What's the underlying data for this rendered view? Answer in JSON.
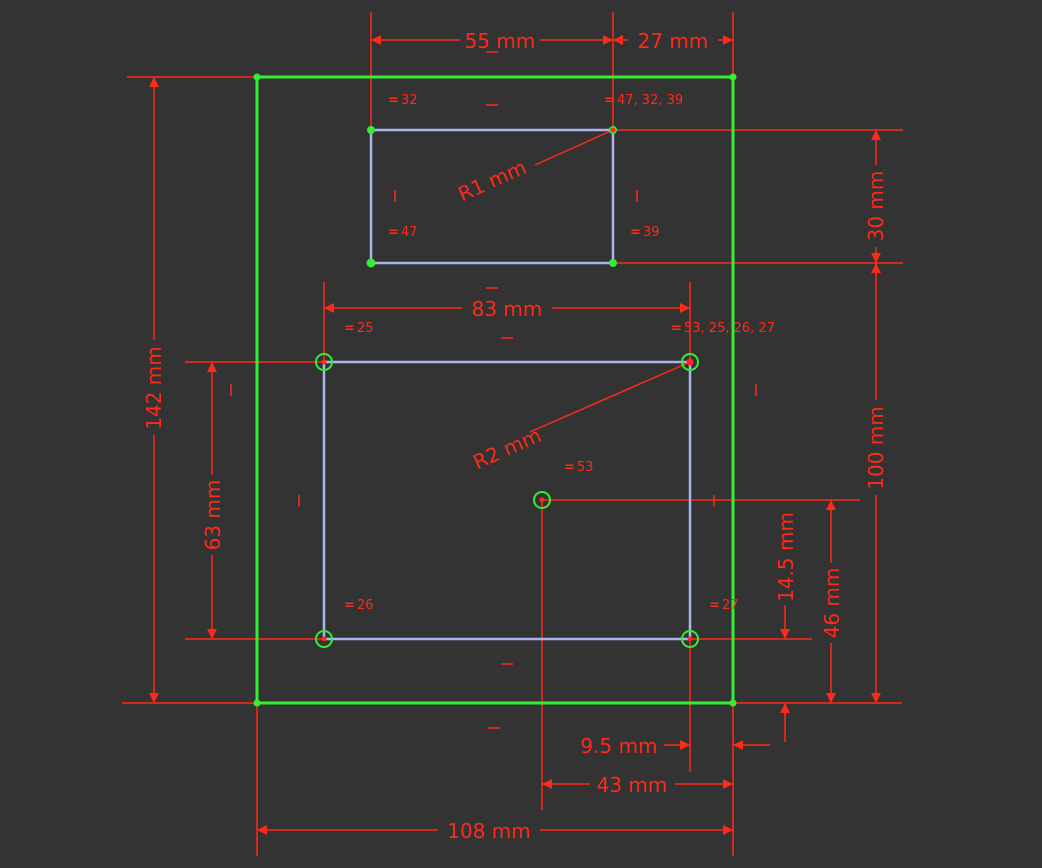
{
  "colors": {
    "background": "#333333",
    "outline": "#33ee33",
    "pocket": "#aab4ee",
    "dimension": "#ff2a1a",
    "vertex": "#33ee33"
  },
  "dimensions": {
    "top_width": "55 mm",
    "top_offset": "27 mm",
    "outer_height": "142 mm",
    "top_pocket_height": "30 mm",
    "top_radius": "R1 mm",
    "pocket_width": "83 mm",
    "pocket_height": "63 mm",
    "pocket_radius": "R2 mm",
    "right_height": "100 mm",
    "hole_y": "14.5 mm",
    "hole_y2": "46 mm",
    "small_offset": "9.5 mm",
    "hole_x": "43 mm",
    "outer_width": "108 mm"
  },
  "constraints": {
    "c32": "32",
    "c47_32_39": "47, 32, 39",
    "c47": "47",
    "c39": "39",
    "c25": "25",
    "c53_25_26_27": "53, 25, 26, 27",
    "c53": "53",
    "c26": "26",
    "c27": "27"
  }
}
